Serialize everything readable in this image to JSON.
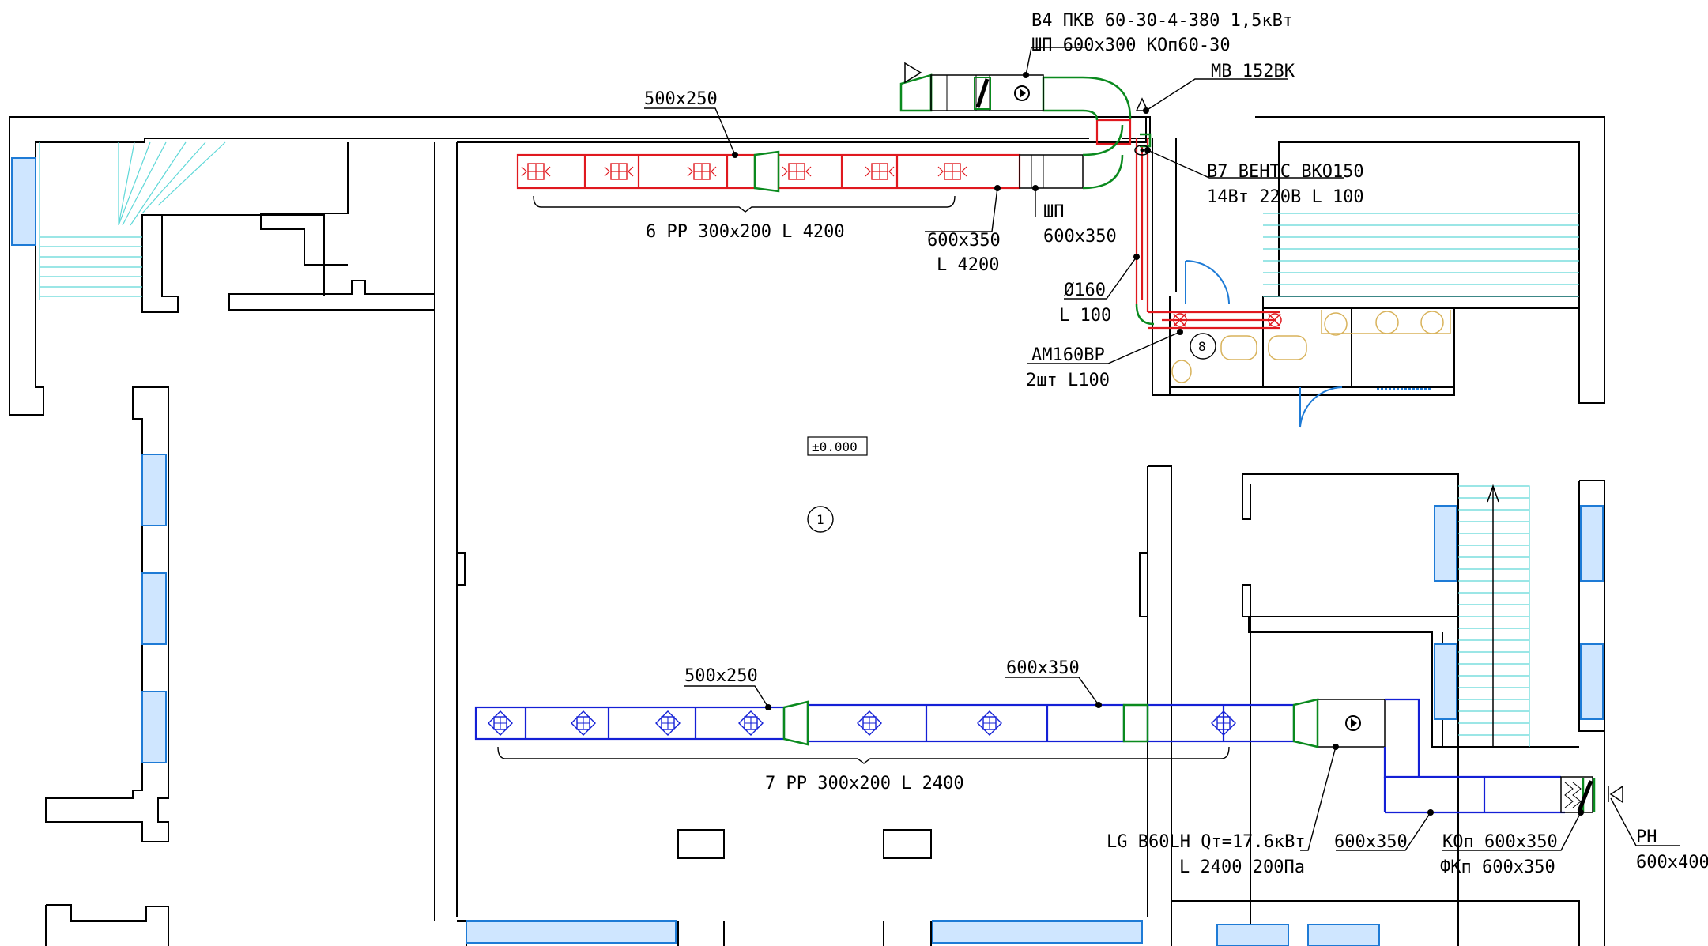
{
  "labels": {
    "b4_unit": "В4 ПКВ 60-30-4-380 1,5кВт",
    "b4_shutter": "ШП 600х300 КОп60-30",
    "mv": "МВ 152ВК",
    "supply_duct": "500х250",
    "supply_grilles": "6 РР 300х200 L 4200",
    "supply_main": "600х350",
    "supply_flow": "L 4200",
    "shp": "ШП",
    "shp_size": "600х350",
    "b7_fan": "В7 ВЕНТС ВКО150",
    "b7_spec": "14Вт 220В L 100",
    "round_duct": "Ø160",
    "round_flow": "L 100",
    "am_valve": "АМ160ВР",
    "am_qty": "2шт L100",
    "room_number": "8",
    "level_mark": "±0.000",
    "hall_number": "1",
    "exhaust_duct_a": "500х250",
    "exhaust_duct_b": "600х350",
    "exhaust_grilles": "7 РР 300х200 L 2400",
    "lg_unit": "LG B60LH Qт=17.6кВт",
    "lg_spec": "L 2400 200Па",
    "exhaust_end": "600х350",
    "kop": "КОп 600х350",
    "fkp": "ФКп 600х350",
    "ph": "РН",
    "ph_size": "600х400"
  },
  "colors": {
    "supply_duct": "#e0191f",
    "exhaust_duct": "#1420d6",
    "fittings": "#0a8a1e",
    "stairs": "#5fd8d8",
    "windows": "#1e7bd6",
    "sanitary": "#d8b25a"
  },
  "icons": [
    "supply-grille-icon",
    "exhaust-grille-icon",
    "fan-icon",
    "damper-icon",
    "air-intake-arrow-icon",
    "door-swing-icon"
  ]
}
